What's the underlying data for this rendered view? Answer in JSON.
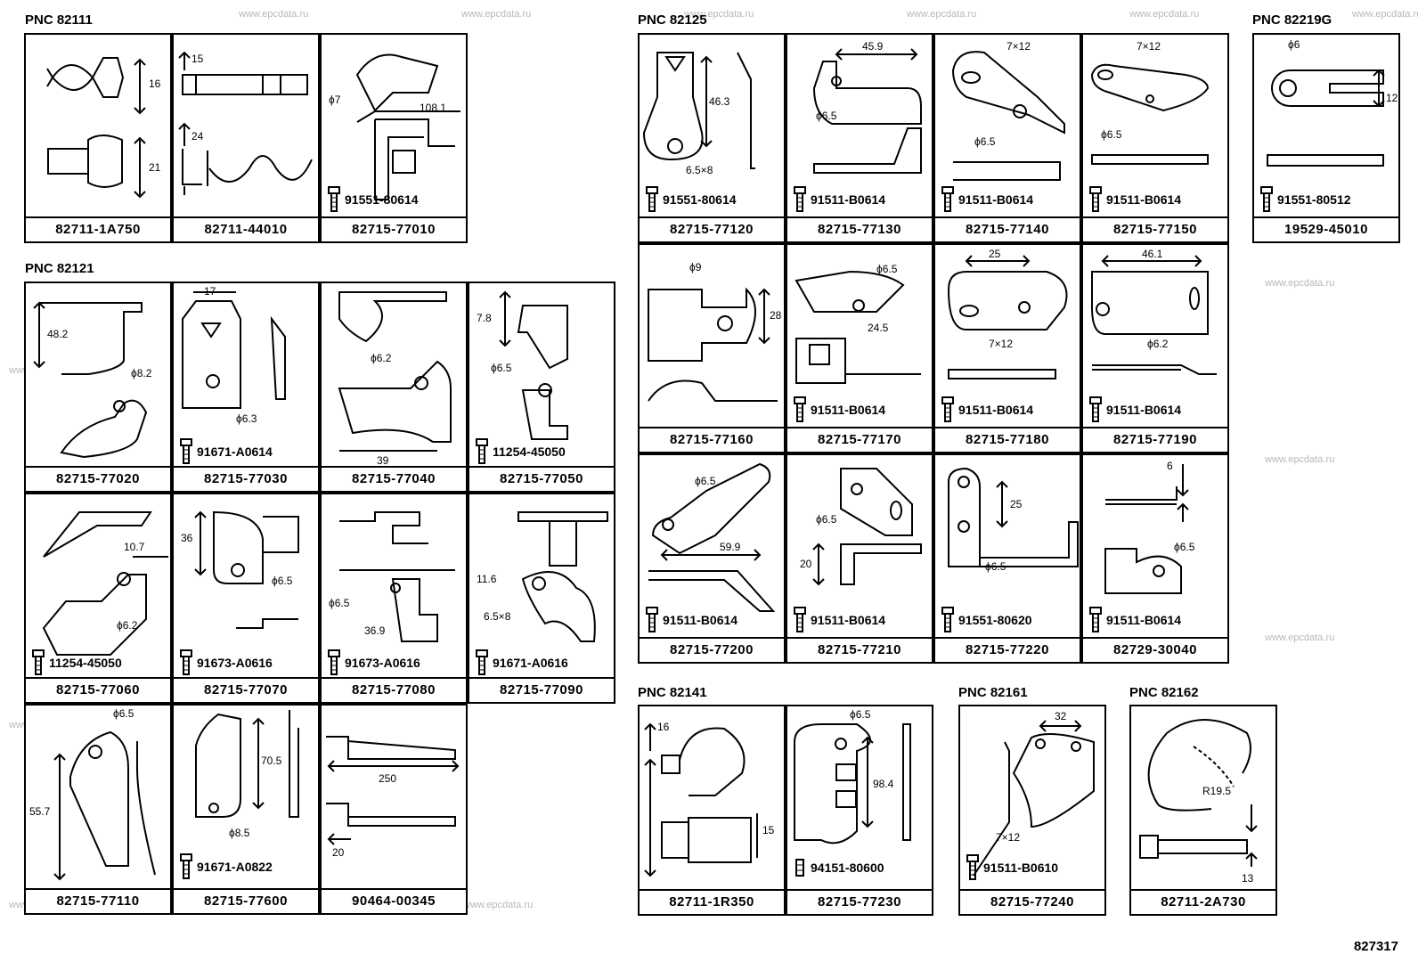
{
  "watermark": "www.epcdata.ru",
  "diagram_code": "827317",
  "groups": [
    {
      "pnc": "PNC 82111",
      "cells": [
        {
          "part": "82711-1A750",
          "dims": [
            "16",
            "21"
          ]
        },
        {
          "part": "82711-44010",
          "dims": [
            "15",
            "24"
          ]
        },
        {
          "part": "82715-77010",
          "bolt": "91551-80614",
          "dims": [
            "ϕ7",
            "108.1"
          ]
        }
      ]
    },
    {
      "pnc": "PNC 82121",
      "cells": [
        {
          "part": "82715-77020",
          "dims": [
            "48.2",
            "ϕ8.2"
          ]
        },
        {
          "part": "82715-77030",
          "bolt": "91671-A0614",
          "dims": [
            "17",
            "ϕ6.3"
          ]
        },
        {
          "part": "82715-77040",
          "dims": [
            "ϕ6.2",
            "39"
          ]
        },
        {
          "part": "82715-77050",
          "bolt": "11254-45050",
          "dims": [
            "7.8",
            "ϕ6.5"
          ]
        },
        {
          "part": "82715-77060",
          "bolt": "11254-45050",
          "dims": [
            "10.7",
            "ϕ6.2"
          ]
        },
        {
          "part": "82715-77070",
          "bolt": "91673-A0616",
          "dims": [
            "36",
            "ϕ6.5"
          ]
        },
        {
          "part": "82715-77080",
          "bolt": "91673-A0616",
          "dims": [
            "ϕ6.5",
            "36.9"
          ]
        },
        {
          "part": "82715-77090",
          "bolt": "91671-A0616",
          "dims": [
            "11.6",
            "6.5×8"
          ]
        },
        {
          "part": "82715-77110",
          "dims": [
            "ϕ6.5",
            "55.7"
          ]
        },
        {
          "part": "82715-77600",
          "bolt": "91671-A0822",
          "dims": [
            "70.5",
            "ϕ8.5"
          ]
        },
        {
          "part": "90464-00345",
          "dims": [
            "250",
            "20"
          ]
        }
      ]
    },
    {
      "pnc": "PNC 82125",
      "cells": [
        {
          "part": "82715-77120",
          "bolt": "91551-80614",
          "dims": [
            "46.3",
            "6.5×8"
          ]
        },
        {
          "part": "82715-77130",
          "bolt": "91511-B0614",
          "dims": [
            "45.9",
            "ϕ6.5"
          ]
        },
        {
          "part": "82715-77140",
          "bolt": "91511-B0614",
          "dims": [
            "7×12",
            "ϕ6.5"
          ]
        },
        {
          "part": "82715-77150",
          "bolt": "91511-B0614",
          "dims": [
            "7×12",
            "ϕ6.5"
          ]
        },
        {
          "part": "82715-77160",
          "dims": [
            "ϕ9",
            "28"
          ]
        },
        {
          "part": "82715-77170",
          "bolt": "91511-B0614",
          "dims": [
            "ϕ6.5",
            "24.5"
          ]
        },
        {
          "part": "82715-77180",
          "bolt": "91511-B0614",
          "dims": [
            "25",
            "7×12"
          ]
        },
        {
          "part": "82715-77190",
          "bolt": "91511-B0614",
          "dims": [
            "46.1",
            "ϕ6.2"
          ]
        },
        {
          "part": "82715-77200",
          "bolt": "91511-B0614",
          "dims": [
            "ϕ6.5",
            "59.9"
          ]
        },
        {
          "part": "82715-77210",
          "bolt": "91511-B0614",
          "dims": [
            "ϕ6.5",
            "20"
          ]
        },
        {
          "part": "82715-77220",
          "bolt": "91551-80620",
          "dims": [
            "25",
            "ϕ6.5"
          ]
        },
        {
          "part": "82729-30040",
          "bolt": "91511-B0614",
          "dims": [
            "6",
            "ϕ6.5"
          ]
        }
      ]
    },
    {
      "pnc": "PNC 82219G",
      "cells": [
        {
          "part": "19529-45010",
          "bolt": "91551-80512",
          "dims": [
            "ϕ6",
            "12"
          ]
        }
      ]
    },
    {
      "pnc": "PNC 82141",
      "cells": [
        {
          "part": "82711-1R350",
          "dims": [
            "16",
            "15"
          ]
        },
        {
          "part": "82715-77230",
          "bolt": "94151-80600",
          "dims": [
            "ϕ6.5",
            "98.4"
          ]
        }
      ]
    },
    {
      "pnc": "PNC 82161",
      "cells": [
        {
          "part": "82715-77240",
          "bolt": "91511-B0610",
          "dims": [
            "32",
            "7×12"
          ]
        }
      ]
    },
    {
      "pnc": "PNC 82162",
      "cells": [
        {
          "part": "82711-2A730",
          "dims": [
            "R19.5",
            "13"
          ]
        }
      ]
    }
  ]
}
